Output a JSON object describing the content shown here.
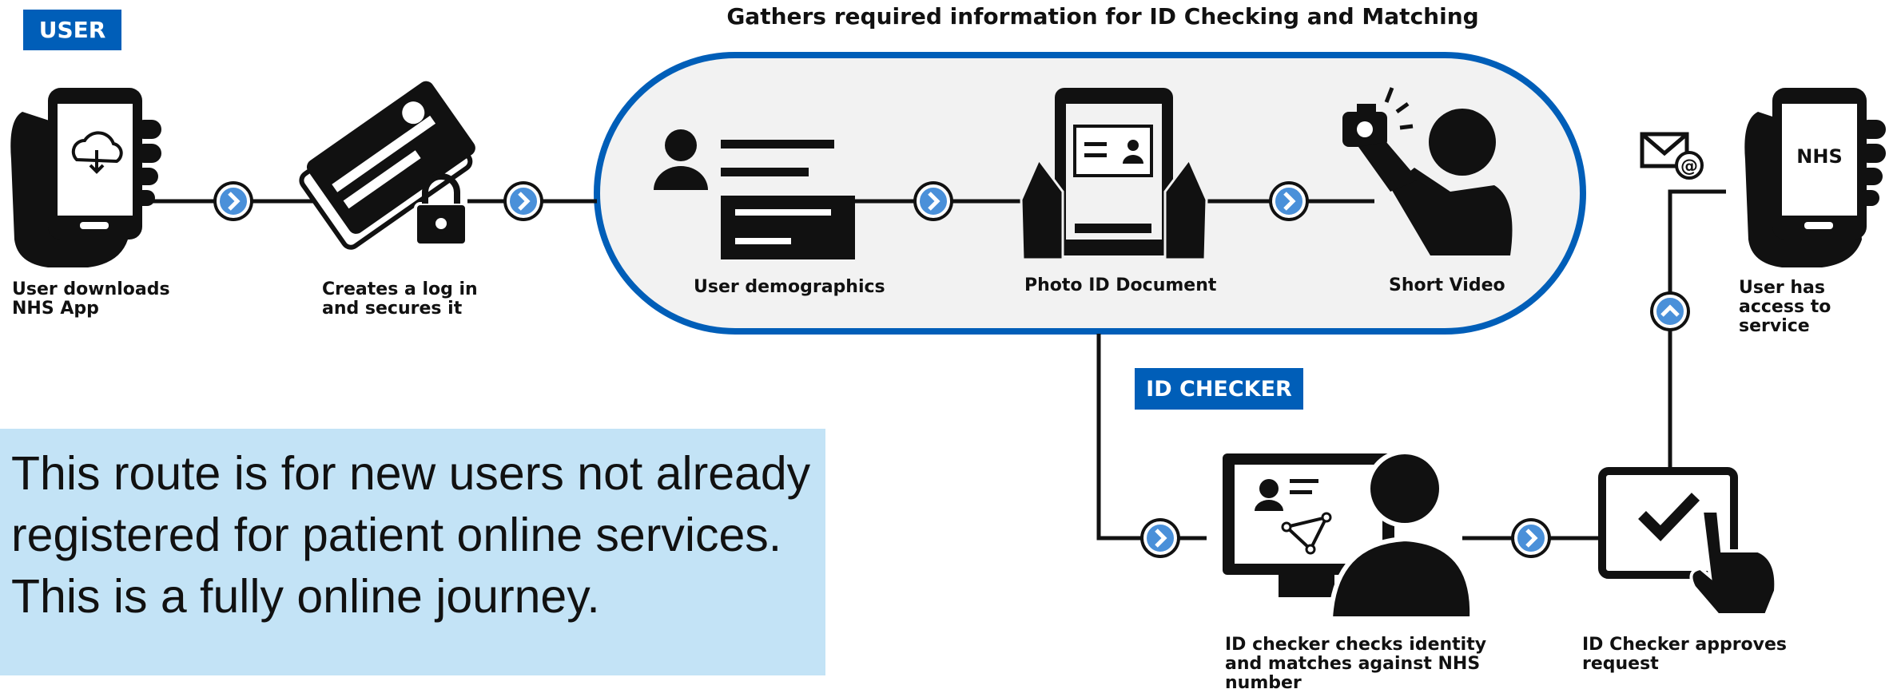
{
  "header": {
    "user_tag": "USER",
    "gather_heading": "Gathers required information for ID Checking and Matching",
    "checker_tag": "ID CHECKER"
  },
  "steps": [
    {
      "icon": "phone-download-icon",
      "label": "User downloads NHS App"
    },
    {
      "icon": "card-lock-icon",
      "label": "Creates a log in and secures it"
    },
    {
      "icon": "user-demographics-icon",
      "label": "User demographics"
    },
    {
      "icon": "photo-id-tablet-icon",
      "label": "Photo ID Document"
    },
    {
      "icon": "selfie-video-icon",
      "label": "Short Video"
    },
    {
      "icon": "phone-nhs-icon",
      "label": "User has access to service"
    },
    {
      "icon": "checker-monitor-icon",
      "label": "ID checker checks identity and matches against NHS number"
    },
    {
      "icon": "tap-approve-icon",
      "label": "ID Checker approves request"
    }
  ],
  "phone_nhs_text": "NHS",
  "email_icon": "envelope-at-icon",
  "note_text": "This route is for new users not already registered for patient online services. This is a fully online journey.",
  "colors": {
    "nhs_blue": "#005EB8",
    "note_bg": "#C3E3F6",
    "pill_bg": "#F2F2F2"
  }
}
